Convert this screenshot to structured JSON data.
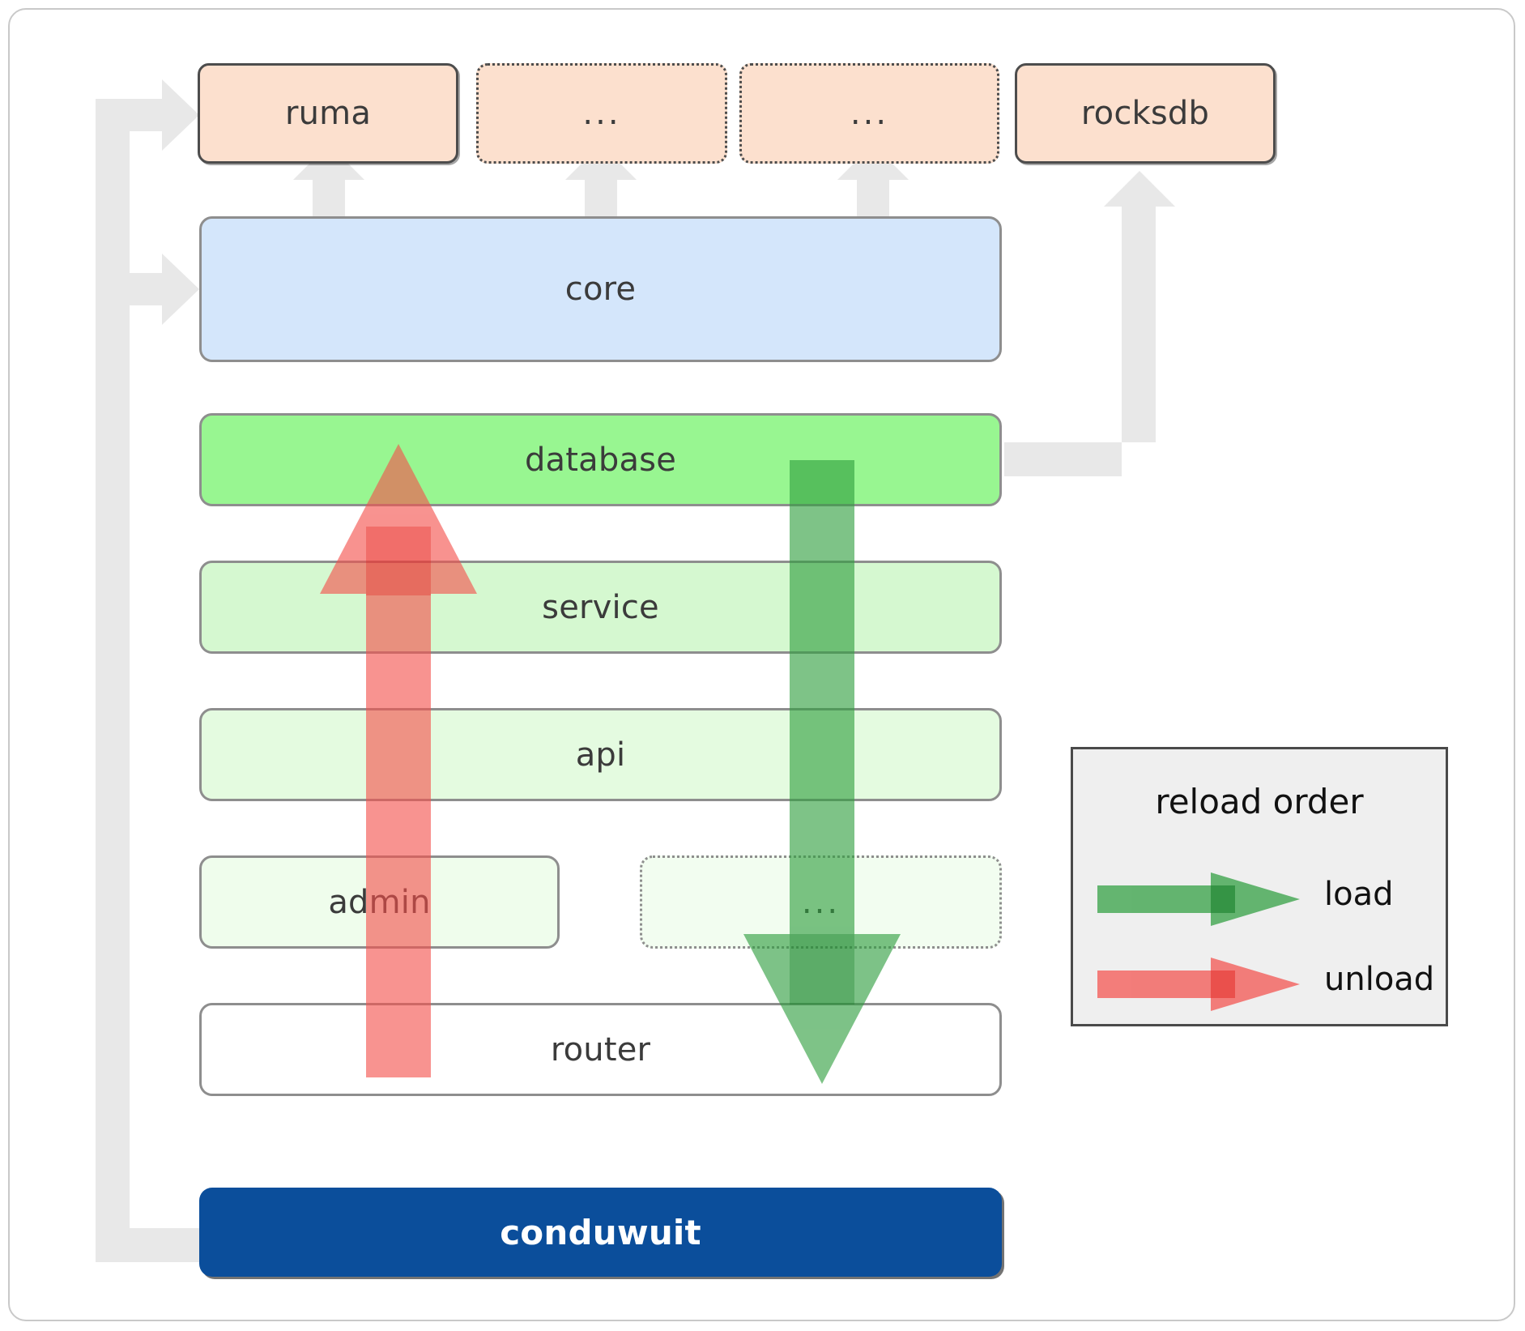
{
  "diagram": {
    "title": "conduwuit crate layering / reload order",
    "colors": {
      "peach_fill": "#fce0ce",
      "core_fill": "#d4e6fb",
      "database_fill": "#98f691",
      "service_fill": "#d5f8d0",
      "api_fill": "#e4fbe0",
      "admin_fill": "#effdec",
      "router_fill": "#ffffff",
      "conduwuit_fill": "#0b4e9b",
      "connector_grey": "#e8e8e8",
      "load_green": "#4caf50",
      "unload_red": "#f4736f",
      "legend_bg": "#efefef",
      "border_dark": "#4d4d4d",
      "border_grey": "#8e8e8e"
    },
    "dependency_row": [
      {
        "id": "ruma",
        "label": "ruma",
        "style": "solid"
      },
      {
        "id": "ellipsis-1",
        "label": "...",
        "style": "dotted"
      },
      {
        "id": "ellipsis-2",
        "label": "...",
        "style": "dotted"
      },
      {
        "id": "rocksdb",
        "label": "rocksdb",
        "style": "solid"
      }
    ],
    "core": {
      "id": "core",
      "label": "core"
    },
    "layers": [
      {
        "id": "database",
        "label": "database",
        "style": "solid"
      },
      {
        "id": "service",
        "label": "service",
        "style": "solid"
      },
      {
        "id": "api",
        "label": "api",
        "style": "solid"
      },
      {
        "id": "admin",
        "label": "admin",
        "style": "solid"
      },
      {
        "id": "layer-ellipsis",
        "label": "...",
        "style": "dotted"
      },
      {
        "id": "router",
        "label": "router",
        "style": "solid"
      }
    ],
    "binary": {
      "id": "conduwuit",
      "label": "conduwuit"
    },
    "legend": {
      "title": "reload order",
      "entries": [
        {
          "id": "load",
          "label": "load",
          "color": "#4caf50",
          "direction": "down"
        },
        {
          "id": "unload",
          "label": "unload",
          "color": "#f4736f",
          "direction": "up"
        }
      ]
    }
  }
}
